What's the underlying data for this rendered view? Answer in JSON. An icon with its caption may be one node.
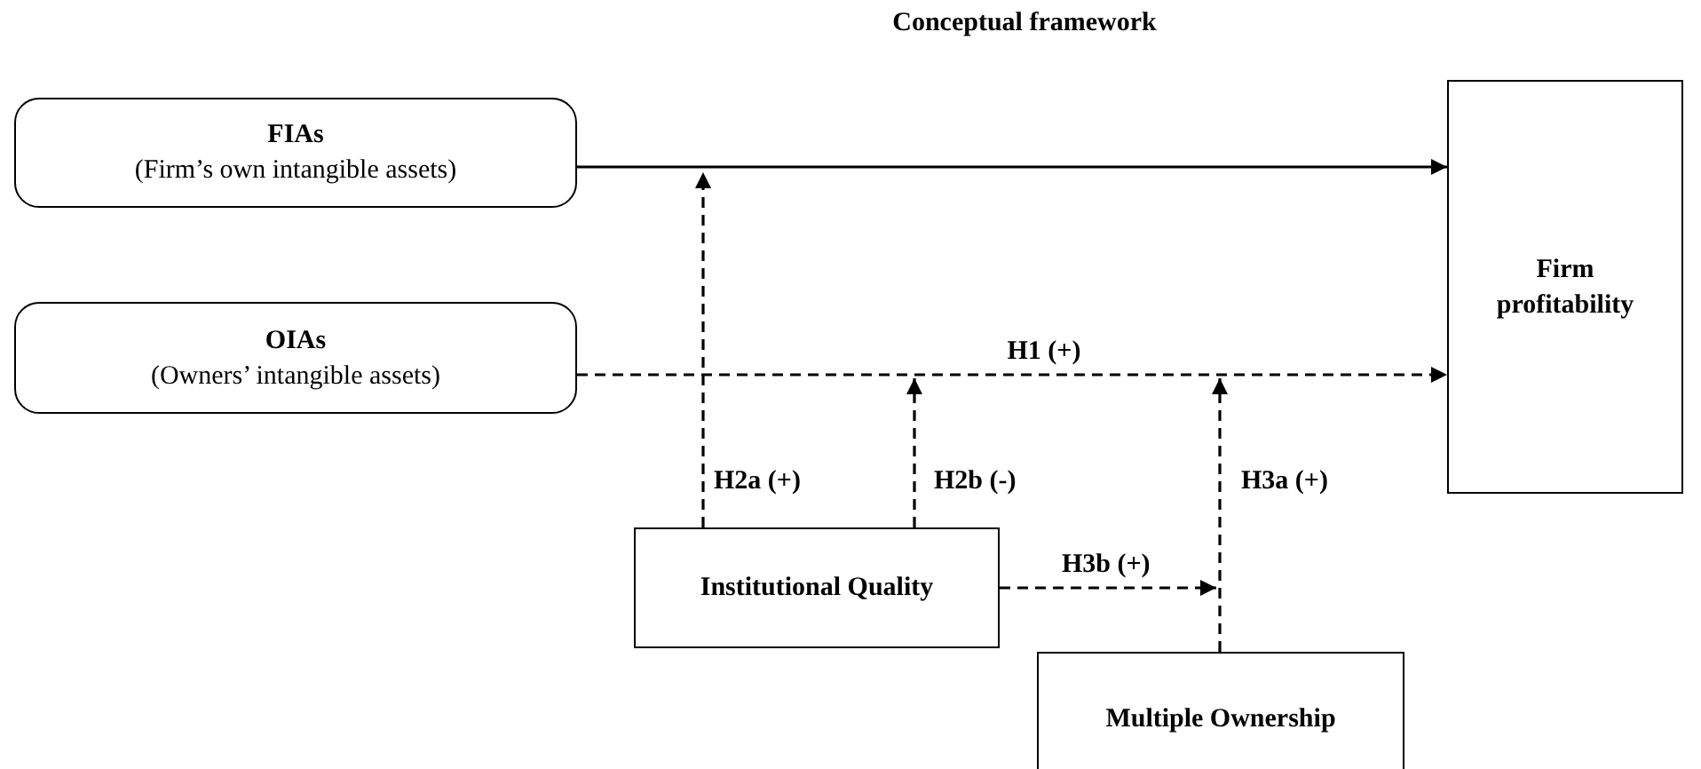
{
  "diagram": {
    "title": "Conceptual framework",
    "nodes": [
      {
        "text": [
          "FIAs",
          "(Firm’s own intangible assets)"
        ]
      },
      {
        "text": [
          "OIAs",
          "(Owners’ intangible assets)"
        ]
      },
      {
        "text": [
          "Firm profitability"
        ]
      },
      {
        "text": [
          "Institutional Quality"
        ]
      },
      {
        "text": [
          "Multiple Ownership"
        ]
      }
    ],
    "edges": [
      {
        "from": 0,
        "to": 2,
        "arrow": "to"
      },
      {
        "from": 1,
        "to": 2,
        "arrow": "to",
        "label": "H1 (+)",
        "style": "dashed"
      },
      {
        "from": 3,
        "to": null,
        "arrow": "to",
        "label": "H2a (+)",
        "style": "dashed"
      },
      {
        "from": 3,
        "to": null,
        "arrow": "to",
        "label": "H2b (-)",
        "style": "dashed"
      },
      {
        "from": 3,
        "to": null,
        "arrow": "to",
        "label": "H3b (+)",
        "style": "dashed"
      },
      {
        "from": 4,
        "to": null,
        "arrow": "to",
        "label": "H3a (+)",
        "style": "dashed"
      }
    ]
  }
}
